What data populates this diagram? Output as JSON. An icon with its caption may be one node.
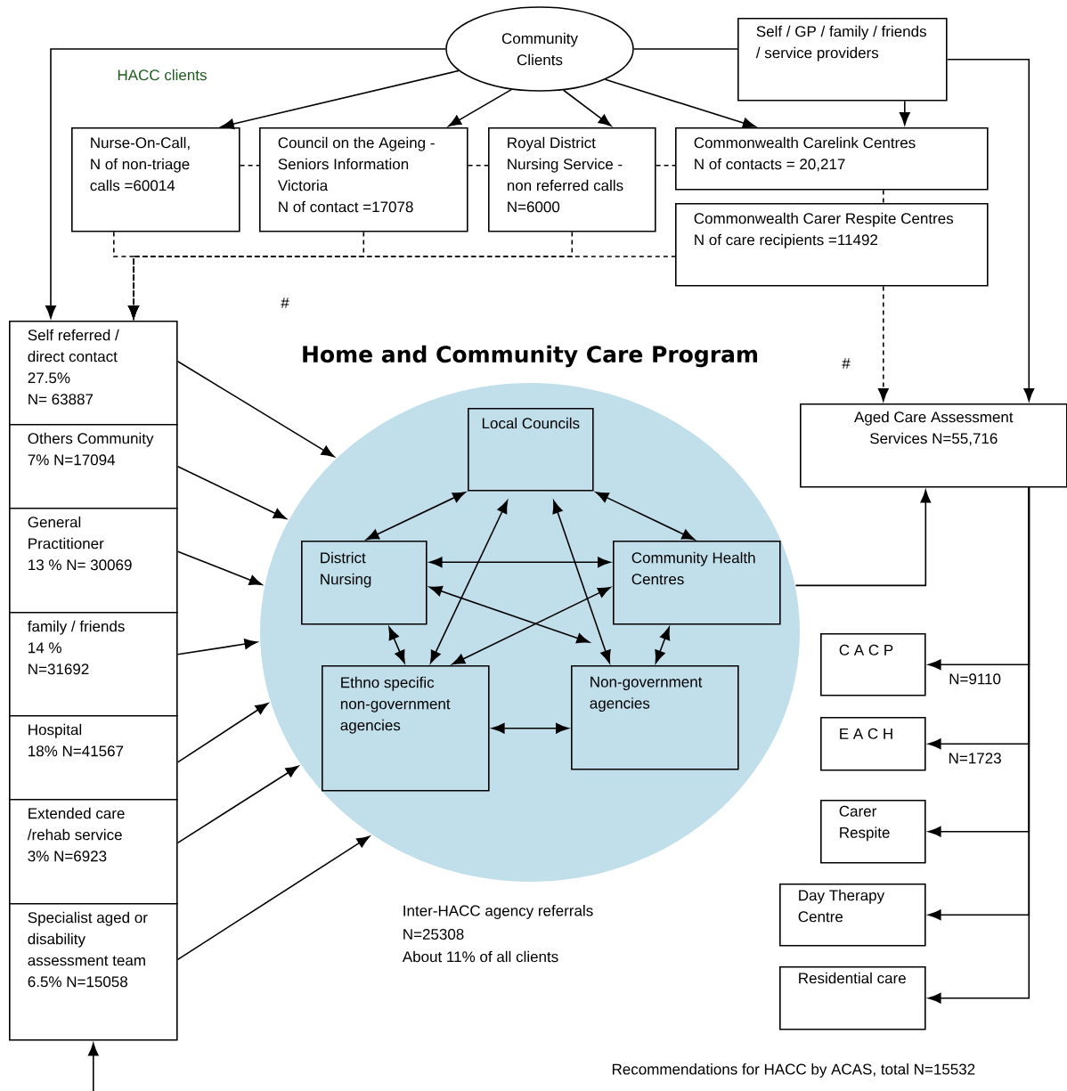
{
  "diagram": {
    "nodes": [
      {
        "text": [
          "Community Clients"
        ]
      },
      {
        "text": [
          "Self / GP / family / friends / service providers"
        ]
      },
      {
        "text": [
          "Nurse-On-Call,",
          "N of non-triage calls =60014"
        ]
      },
      {
        "text": [
          "Council on the Ageing - Seniors Information Victoria",
          "N of contact =17078"
        ]
      },
      {
        "text": [
          "Royal District Nursing Service - non referred calls N=6000"
        ]
      },
      {
        "text": [
          "Commonwealth Carelink Centres",
          "N of contacts  = 20,217"
        ]
      },
      {
        "text": [
          "Commonwealth Carer Respite Centres",
          "N of care recipients =11492"
        ]
      },
      {
        "text": [
          "Self referred / direct contact",
          "27.5%",
          "N= 63887"
        ]
      },
      {
        "text": [
          "Others Community",
          "7%  N=17094"
        ]
      },
      {
        "text": [
          "General Practitioner",
          "13 %   N= 30069"
        ]
      },
      {
        "text": [
          "family / friends",
          "14 %",
          "N=31692"
        ]
      },
      {
        "text": [
          "Hospital",
          "18%  N=41567"
        ]
      },
      {
        "text": [
          "Extended care /rehab service",
          "3%   N=6923"
        ]
      },
      {
        "text": [
          "Specialist aged or disability assessment team",
          "6.5%    N=15058"
        ]
      },
      {
        "text": [
          "Home and Community Care Program"
        ]
      },
      {
        "text": [
          "Local Councils"
        ],
        "in": 14
      },
      {
        "text": [
          "District Nursing"
        ],
        "in": 14
      },
      {
        "text": [
          "Community Health Centres"
        ],
        "in": 14
      },
      {
        "text": [
          "Ethno specific non-government agencies"
        ],
        "in": 14
      },
      {
        "text": [
          "Non-government agencies"
        ],
        "in": 14
      },
      {
        "text": [
          "Aged Care Assessment Services  N=55,716"
        ]
      },
      {
        "text": [
          "C A C P"
        ]
      },
      {
        "text": [
          "E A C H"
        ]
      },
      {
        "text": [
          "Carer Respite"
        ]
      },
      {
        "text": [
          "Day Therapy Centre"
        ]
      },
      {
        "text": [
          "Residential care"
        ]
      }
    ],
    "edges": [
      {
        "from": 0,
        "to": 2,
        "arrow": "to"
      },
      {
        "from": 0,
        "to": 3,
        "arrow": "to"
      },
      {
        "from": 0,
        "to": 4,
        "arrow": "to"
      },
      {
        "from": 0,
        "to": 5,
        "arrow": "to"
      },
      {
        "from": 0,
        "to": 7,
        "arrow": "to"
      },
      {
        "from": 0,
        "to": 1,
        "arrow": "none"
      },
      {
        "from": 1,
        "to": 20,
        "arrow": "to"
      },
      {
        "from": 1,
        "to": 5,
        "arrow": "to"
      },
      {
        "from": 2,
        "to": 3,
        "arrow": "none",
        "style": "dashed"
      },
      {
        "from": 3,
        "to": 4,
        "arrow": "none",
        "style": "dashed"
      },
      {
        "from": 4,
        "to": 5,
        "arrow": "none",
        "style": "dashed"
      },
      {
        "from": 5,
        "to": 6,
        "arrow": "none",
        "style": "dashed"
      },
      {
        "from": 2,
        "to": 7,
        "arrow": "to",
        "style": "dashed"
      },
      {
        "from": 3,
        "to": 7,
        "arrow": "to",
        "style": "dashed"
      },
      {
        "from": 4,
        "to": 7,
        "arrow": "to",
        "style": "dashed"
      },
      {
        "from": 6,
        "to": 7,
        "arrow": "to",
        "style": "dashed"
      },
      {
        "from": 6,
        "to": 20,
        "arrow": "to",
        "style": "dashed"
      },
      {
        "from": 7,
        "to": 14,
        "arrow": "to"
      },
      {
        "from": 8,
        "to": 14,
        "arrow": "to"
      },
      {
        "from": 9,
        "to": 14,
        "arrow": "to"
      },
      {
        "from": 10,
        "to": 14,
        "arrow": "to"
      },
      {
        "from": 11,
        "to": 14,
        "arrow": "to"
      },
      {
        "from": 12,
        "to": 14,
        "arrow": "to"
      },
      {
        "from": 13,
        "to": 14,
        "arrow": "to"
      },
      {
        "from": null,
        "to": 13,
        "arrow": "to"
      },
      {
        "from": 15,
        "to": 16,
        "arrow": "both"
      },
      {
        "from": 15,
        "to": 17,
        "arrow": "both"
      },
      {
        "from": 15,
        "to": 18,
        "arrow": "both"
      },
      {
        "from": 15,
        "to": 19,
        "arrow": "both"
      },
      {
        "from": 16,
        "to": 17,
        "arrow": "both"
      },
      {
        "from": 16,
        "to": 19,
        "arrow": "both"
      },
      {
        "from": 17,
        "to": 18,
        "arrow": "both"
      },
      {
        "from": 16,
        "to": 18,
        "arrow": "both"
      },
      {
        "from": 17,
        "to": 19,
        "arrow": "both"
      },
      {
        "from": 18,
        "to": 19,
        "arrow": "both"
      },
      {
        "from": 14,
        "to": 20,
        "arrow": "to"
      },
      {
        "from": 20,
        "to": 21,
        "arrow": "to",
        "label": "N=9110"
      },
      {
        "from": 20,
        "to": 22,
        "arrow": "to",
        "label": "N=1723"
      },
      {
        "from": 20,
        "to": 23,
        "arrow": "to"
      },
      {
        "from": 20,
        "to": 24,
        "arrow": "to"
      },
      {
        "from": 20,
        "to": 25,
        "arrow": "to"
      }
    ],
    "labels": [
      "HACC clients",
      "#",
      "#",
      "Inter-HACC agency referrals",
      "N=25308",
      "About 11% of all clients",
      "Recommendations for HACC by ACAS, total N=15532"
    ]
  }
}
